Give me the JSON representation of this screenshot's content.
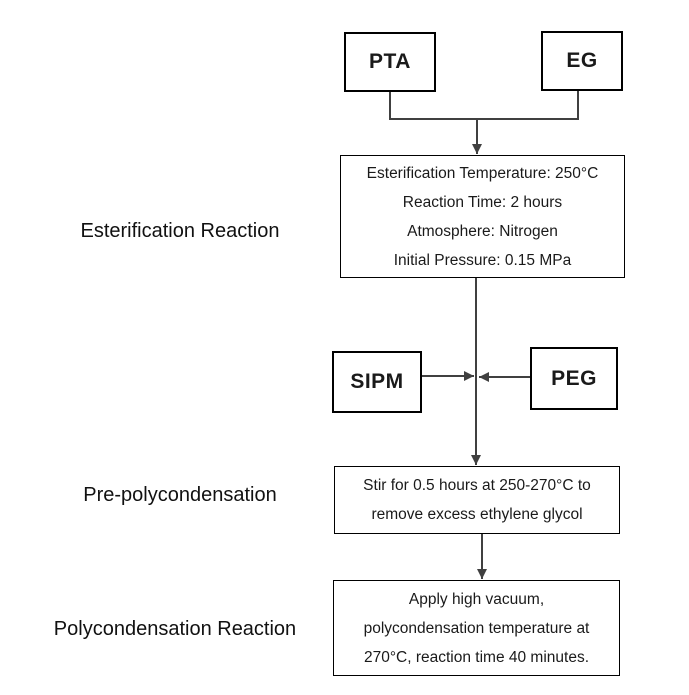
{
  "colors": {
    "background": "#ffffff",
    "box_border": "#000000",
    "connector": "#404040",
    "text": "#1a1a1a"
  },
  "stage_labels": {
    "esterification": "Esterification Reaction",
    "pre_polycondensation": "Pre-polycondensation",
    "polycondensation": "Polycondensation Reaction"
  },
  "nodes": {
    "pta": {
      "label": "PTA"
    },
    "eg": {
      "label": "EG"
    },
    "esterification": {
      "lines": [
        "Esterification Temperature: 250°C",
        "Reaction Time: 2 hours",
        "Atmosphere: Nitrogen",
        "Initial Pressure: 0.15 MPa"
      ]
    },
    "sipm": {
      "label": "SIPM"
    },
    "peg": {
      "label": "PEG"
    },
    "pre_polycondensation": {
      "lines": [
        "Stir for 0.5 hours at 250-270°C to",
        "remove excess ethylene glycol"
      ]
    },
    "polycondensation": {
      "lines": [
        "Apply high vacuum,",
        "polycondensation temperature at",
        "270°C, reaction time 40 minutes."
      ]
    }
  }
}
